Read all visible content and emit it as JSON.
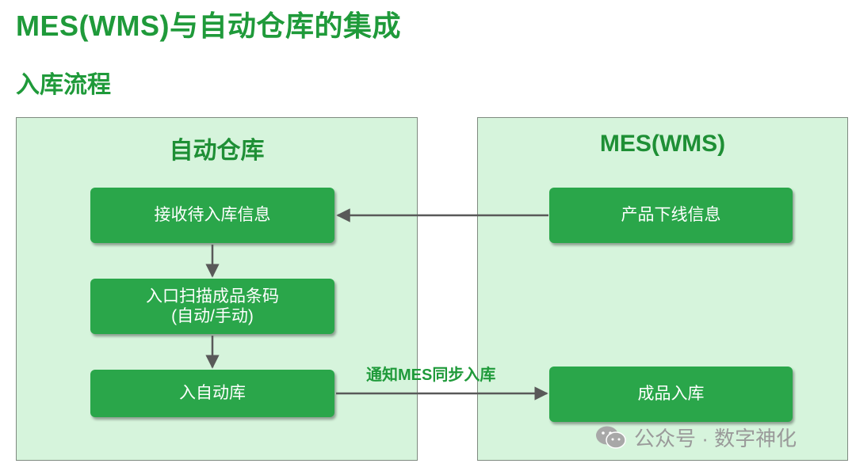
{
  "header": {
    "title": "MES(WMS)与自动仓库的集成",
    "subtitle": "入库流程"
  },
  "left_panel": {
    "title": "自动仓库",
    "nodes": [
      {
        "line1": "接收待入库信息",
        "line2": ""
      },
      {
        "line1": "入口扫描成品条码",
        "line2": "(自动/手动)"
      },
      {
        "line1": "入自动库",
        "line2": ""
      }
    ]
  },
  "right_panel": {
    "title": "MES(WMS)",
    "nodes": [
      {
        "line1": "产品下线信息"
      },
      {
        "line1": "成品入库"
      }
    ]
  },
  "edges": {
    "notify_label": "通知MES同步入库"
  },
  "watermark": {
    "text": "公众号 · 数字神化",
    "icon": "wechat-icon"
  },
  "colors": {
    "accent": "#1f9a3a",
    "node_fill": "#2aa64a",
    "panel_fill": "#d6f4dc",
    "arrow": "#595959"
  }
}
